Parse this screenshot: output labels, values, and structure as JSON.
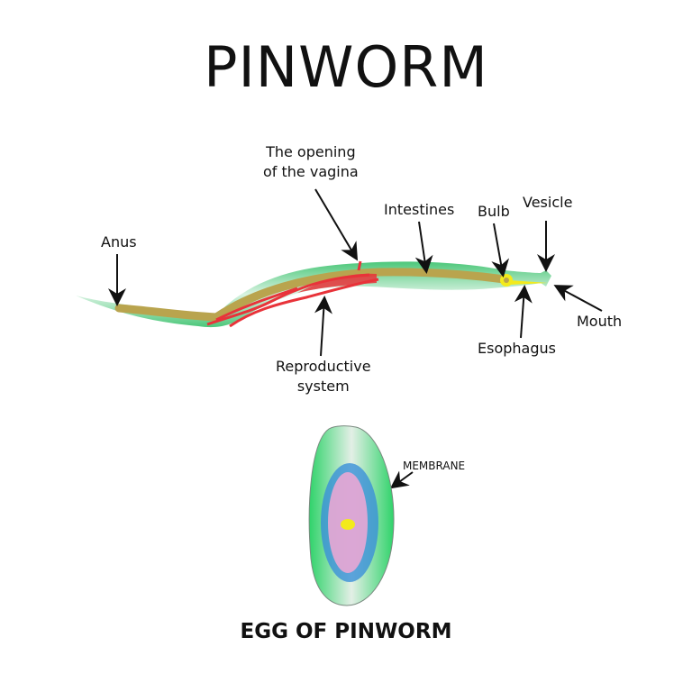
{
  "title": "PINWORM",
  "labels": {
    "vagina": [
      "The opening",
      "of the vagina"
    ],
    "anus": "Anus",
    "intestines": "Intestines",
    "bulb": "Bulb",
    "vesicle": "Vesicle",
    "mouth": "Mouth",
    "esophagus": "Esophagus",
    "reproductive": [
      "Reproductive",
      "system"
    ]
  },
  "egg": {
    "membrane": "MEMBRANE",
    "title": "EGG OF PINWORM"
  },
  "colors": {
    "body": "#5ccf86",
    "gut": "#b9a44e",
    "repro": "#e8333a",
    "esophagus": "#f3ea1c",
    "egg_shell": "#3ddc74",
    "egg_inner": "#3a90d8"
  }
}
